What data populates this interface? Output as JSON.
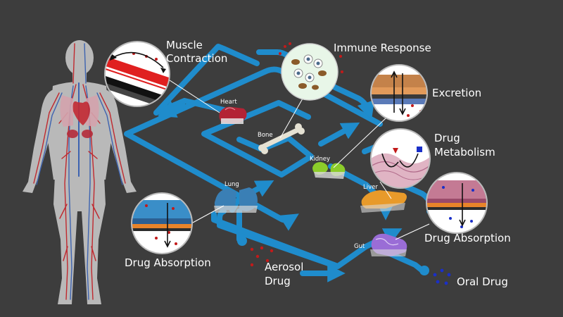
{
  "labels": {
    "muscle_line1": "Muscle",
    "muscle_line2": "Contraction",
    "immune": "Immune Response",
    "excretion": "Excretion",
    "metabolism_line1": "Drug",
    "metabolism_line2": "Metabolism",
    "absorption_left": "Drug Absorption",
    "absorption_right": "Drug Absorption",
    "aerosol_line1": "Aerosol",
    "aerosol_line2": "Drug",
    "oral": "Oral Drug"
  },
  "organs": {
    "heart": "Heart",
    "bone": "Bone",
    "kidney": "Kidney",
    "lung": "Lung",
    "liver": "Liver",
    "gut": "Gut"
  },
  "colors": {
    "background": "#3d3d3d",
    "vessel": "#1f8ccc",
    "heart": "#b32335",
    "kidney": "#8ccc2a",
    "lung": "#3a7fb5",
    "liver": "#e89a2a",
    "gut": "#9a6dd6",
    "drug_red": "#c21a1a",
    "drug_blue": "#1a2fc8"
  }
}
